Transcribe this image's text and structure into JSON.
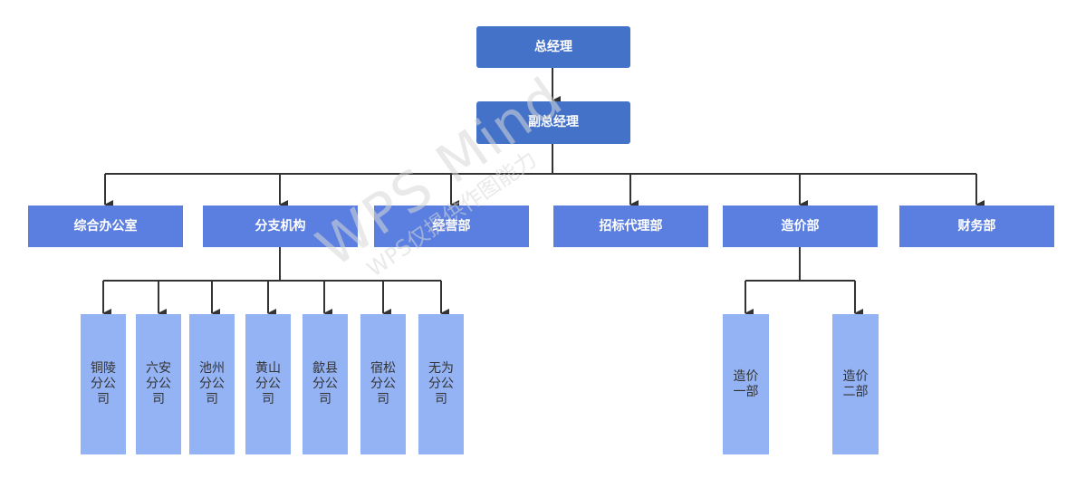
{
  "org": {
    "top": "总经理",
    "deputy": "副总经理",
    "departments": [
      "综合办公室",
      "分支机构",
      "经营部",
      "招标代理部",
      "造价部",
      "财务部"
    ],
    "branches": [
      [
        "铜陵",
        "分公",
        "司"
      ],
      [
        "六安",
        "分公",
        "司"
      ],
      [
        "池州",
        "分公",
        "司"
      ],
      [
        "黄山",
        "分公",
        "司"
      ],
      [
        "歙县",
        "分公",
        "司"
      ],
      [
        "宿松",
        "分公",
        "司"
      ],
      [
        "无为",
        "分公",
        "司"
      ]
    ],
    "cost_units": [
      [
        "造价",
        "一部"
      ],
      [
        "造价",
        "二部"
      ]
    ]
  },
  "watermark": {
    "main": "WPS Mind",
    "sub": "WPS仅提供作图能力"
  },
  "colors": {
    "top_fill": "#4472c9",
    "dept_fill": "#5b7fe0",
    "leaf_fill": "#94b3f4",
    "connector": "#333333"
  }
}
